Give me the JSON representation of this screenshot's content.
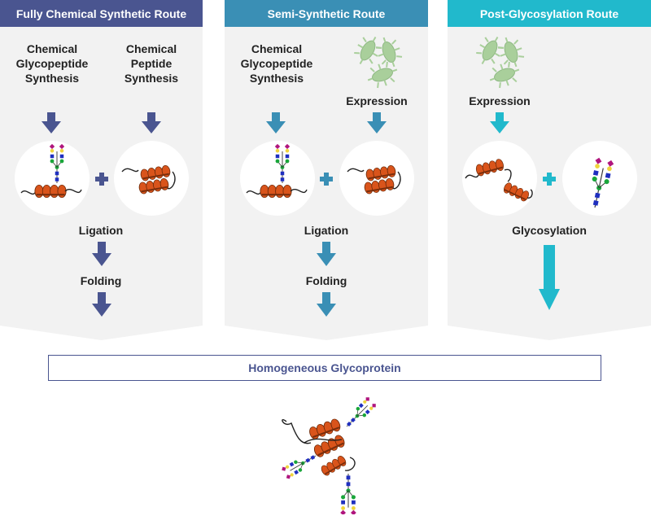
{
  "colors": {
    "route1": "#4a5590",
    "route2": "#3a8fb5",
    "route3": "#21b9cc",
    "panel_bg": "#f2f2f2",
    "helix": "#d9541b",
    "glcnac": "#1f2fbf",
    "mannose": "#19a63a",
    "galactose": "#f0d43c",
    "sialic": "#b0157d",
    "cell": "#a9cf9b"
  },
  "routes": [
    {
      "title": "Fully Chemical Synthetic Route",
      "inputs": [
        "Chemical\nGlycopeptide\nSynthesis",
        "Chemical\nPeptide\nSynthesis"
      ],
      "steps": [
        "Ligation",
        "Folding"
      ]
    },
    {
      "title": "Semi-Synthetic Route",
      "inputs": [
        "Chemical\nGlycopeptide\nSynthesis",
        "Expression"
      ],
      "steps": [
        "Ligation",
        "Folding"
      ]
    },
    {
      "title": "Post-Glycosylation Route",
      "inputs": [
        "Expression"
      ],
      "steps": [
        "Glycosylation"
      ]
    }
  ],
  "result": {
    "label": "Homogeneous Glycoprotein"
  }
}
